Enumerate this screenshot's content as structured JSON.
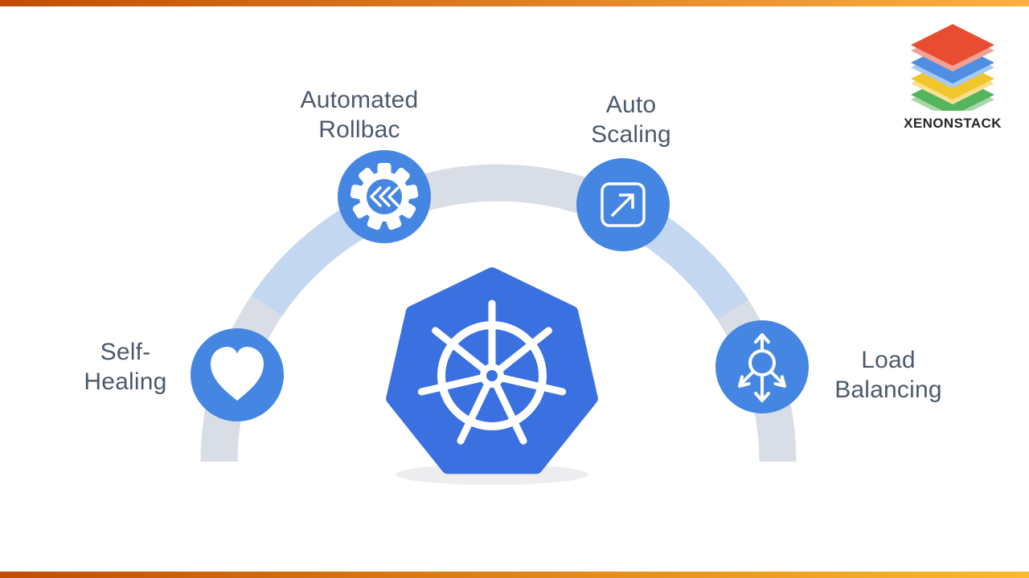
{
  "brand": {
    "wordmark": "XENONSTACK",
    "logo_icon": "xenonstack-stacked-layers-icon"
  },
  "diagram": {
    "center_logo": "kubernetes-logo",
    "features": [
      {
        "label": "Self-Healing",
        "icon": "heart-icon"
      },
      {
        "label": "Automated Rollbac",
        "icon": "rollback-gear-icon"
      },
      {
        "label": "Auto Scaling",
        "icon": "scale-up-arrow-icon"
      },
      {
        "label": "Load Balancing",
        "icon": "load-balancer-arrows-icon"
      }
    ]
  },
  "colors": {
    "feature_circle_blue": "#4486e1",
    "kubernetes_blue": "#3a70e0",
    "arc_gray": "#d9dde5",
    "arc_light_blue": "#c4d7f0",
    "label_text": "#4b5a6c",
    "top_bar_left": "#c14e03",
    "top_bar_right": "#fcb042",
    "bottom_bar_left": "#c14e03",
    "bottom_bar_right": "#fdb92e",
    "wordmark_text": "#262626"
  }
}
